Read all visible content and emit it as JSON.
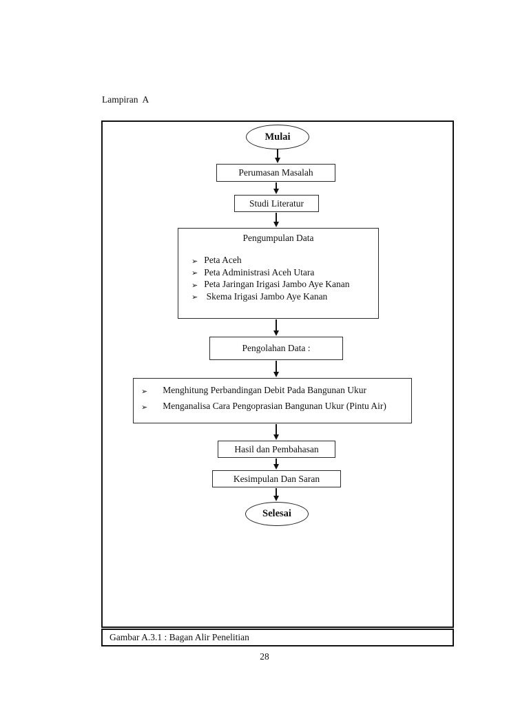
{
  "page": {
    "heading": "Lampiran  A",
    "caption": "Gambar A.3.1 : Bagan Alir Penelitian",
    "page_number": "28"
  },
  "flowchart": {
    "bullet": "➢",
    "start_label": "Mulai",
    "end_label": "Selesai",
    "step_problem": "Perumasan Masalah",
    "step_literature": "Studi Literatur",
    "data_collection": {
      "title": "Pengumpulan Data",
      "items": [
        "Peta Aceh",
        "Peta Administrasi Aceh Utara",
        "Peta Jaringan Irigasi Jambo Aye Kanan",
        " Skema Irigasi Jambo Aye Kanan"
      ]
    },
    "step_processing": "Pengolahan Data :",
    "analysis": {
      "items": [
        "Menghitung Perbandingan Debit Pada Bangunan Ukur",
        "Menganalisa Cara Pengoprasian Bangunan Ukur (Pintu Air)"
      ]
    },
    "step_results": "Hasil dan Pembahasan",
    "step_conclusion": "Kesimpulan Dan Saran"
  },
  "colors": {
    "ink": "#111111",
    "paper": "#ffffff"
  }
}
